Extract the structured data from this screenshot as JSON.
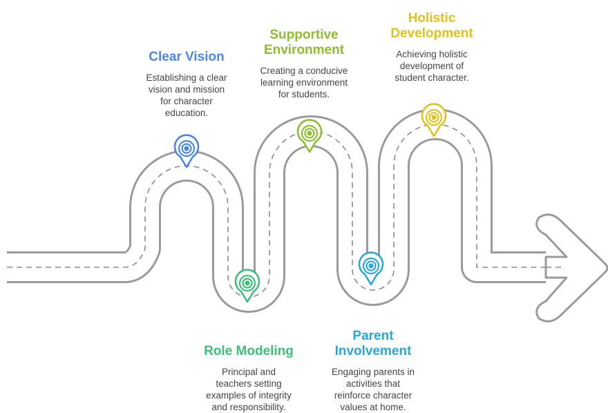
{
  "milestones": [
    {
      "title": "Clear Vision",
      "description": "Establishing a clear\nvision and mission\nfor character\neducation.",
      "color": "#4a86e8"
    },
    {
      "title": "Role Modeling",
      "description": "Principal and\nteachers setting\nexamples of integrity\nand responsibility.",
      "color": "#3dbf7a"
    },
    {
      "title": "Supportive\nEnvironment",
      "description": "Creating a conducive\nlearning environment\nfor students.",
      "color": "#8cbf2d"
    },
    {
      "title": "Parent\nInvolvement",
      "description": "Engaging parents in\nactivities that\nreinforce character\nvalues at home.",
      "color": "#29a8d8"
    },
    {
      "title": "Holistic\nDevelopment",
      "description": "Achieving holistic\ndevelopment of\nstudent character.",
      "color": "#e0c21a"
    }
  ],
  "road": {
    "stroke_color": "#9a9a9a",
    "fill_color": "#ffffff"
  }
}
